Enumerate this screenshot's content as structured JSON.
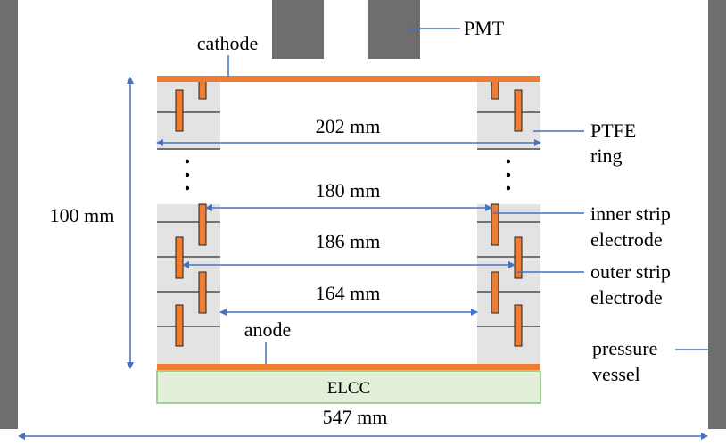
{
  "labels": {
    "pmt": "PMT",
    "cathode": "cathode",
    "ptfe_line1": "PTFE",
    "ptfe_line2": "ring",
    "inner_line1": "inner strip",
    "inner_line2": "electrode",
    "outer_line1": "outer strip",
    "outer_line2": "electrode",
    "anode": "anode",
    "elcc": "ELCC",
    "pressure_line1": "pressure",
    "pressure_line2": "vessel"
  },
  "dimensions": {
    "height": "100 mm",
    "ptfe_outer": "202 mm",
    "inner_strip": "180 mm",
    "outer_strip": "186 mm",
    "inner_bore": "164 mm",
    "vessel": "547 mm"
  },
  "colors": {
    "vessel_wall": "#6e6e6e",
    "pmt": "#6e6e6e",
    "electrode_plate": "#ee7d31",
    "ptfe": "#e3e3e3",
    "strip": "#ee7d31",
    "elcc_fill": "#e2efd9",
    "elcc_border": "#8cc17a",
    "arrow": "#4472c4"
  }
}
